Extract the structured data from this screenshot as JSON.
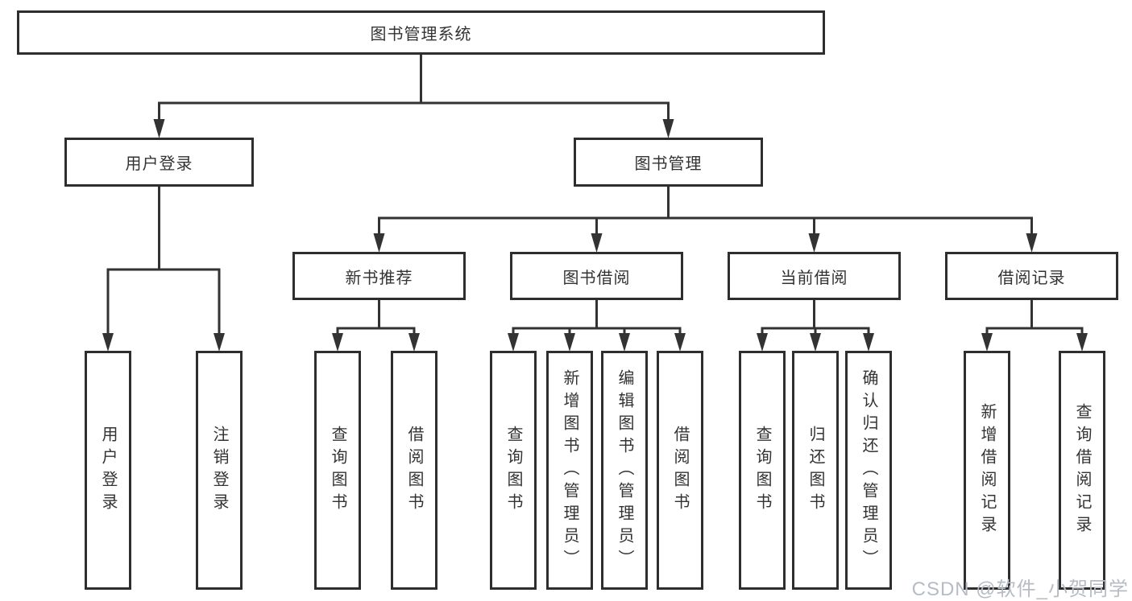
{
  "colors": {
    "line": "#333333",
    "box_border": "#2e2e2e",
    "text": "#333333",
    "watermark": "#b5bcc4",
    "background": "#ffffff"
  },
  "watermark": {
    "text": "CSDN @软件_小贺同学"
  },
  "tree": {
    "root": {
      "label": "图书管理系统"
    },
    "branches": [
      {
        "label": "用户登录",
        "children": [
          {
            "label": "用户登录"
          },
          {
            "label": "注销登录"
          }
        ]
      },
      {
        "label": "图书管理",
        "children": [
          {
            "label": "新书推荐",
            "children": [
              {
                "label": "查询图书"
              },
              {
                "label": "借阅图书"
              }
            ]
          },
          {
            "label": "图书借阅",
            "children": [
              {
                "label": "查询图书"
              },
              {
                "label": "新增图书（管理员）"
              },
              {
                "label": "编辑图书（管理员）"
              },
              {
                "label": "借阅图书"
              }
            ]
          },
          {
            "label": "当前借阅",
            "children": [
              {
                "label": "查询图书"
              },
              {
                "label": "归还图书"
              },
              {
                "label": "确认归还（管理员）"
              }
            ]
          },
          {
            "label": "借阅记录",
            "children": [
              {
                "label": "新增借阅记录"
              },
              {
                "label": "查询借阅记录"
              }
            ]
          }
        ]
      }
    ]
  }
}
